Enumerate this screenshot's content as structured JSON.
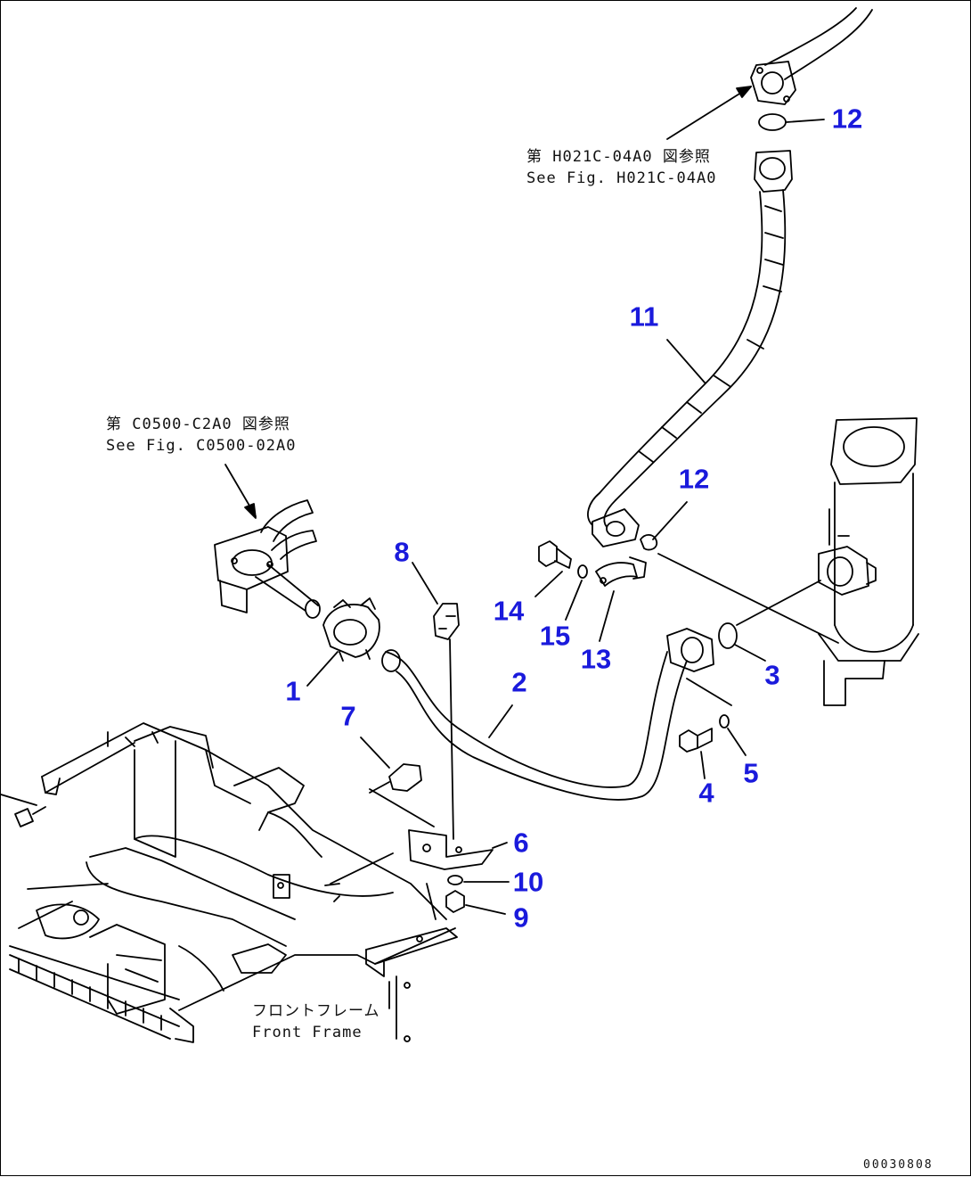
{
  "callout_color": "#1a1adc",
  "line_color": "#000000",
  "references": {
    "top_jp": "第 H021C-04A0 図参照",
    "top_en": "See Fig. H021C-04A0",
    "left_jp": "第 C0500-C2A0 図参照",
    "left_en": "See Fig. C0500-02A0",
    "frame_jp": "フロントフレーム",
    "frame_en": "Front Frame"
  },
  "drawing_code": "00030808",
  "callouts": [
    {
      "id": "c12a",
      "label": "12"
    },
    {
      "id": "c11",
      "label": "11"
    },
    {
      "id": "c12b",
      "label": "12"
    },
    {
      "id": "c8",
      "label": "8"
    },
    {
      "id": "c14",
      "label": "14"
    },
    {
      "id": "c15",
      "label": "15"
    },
    {
      "id": "c13",
      "label": "13"
    },
    {
      "id": "c3",
      "label": "3"
    },
    {
      "id": "c1",
      "label": "1"
    },
    {
      "id": "c2",
      "label": "2"
    },
    {
      "id": "c7",
      "label": "7"
    },
    {
      "id": "c5",
      "label": "5"
    },
    {
      "id": "c4",
      "label": "4"
    },
    {
      "id": "c6",
      "label": "6"
    },
    {
      "id": "c10",
      "label": "10"
    },
    {
      "id": "c9",
      "label": "9"
    }
  ]
}
